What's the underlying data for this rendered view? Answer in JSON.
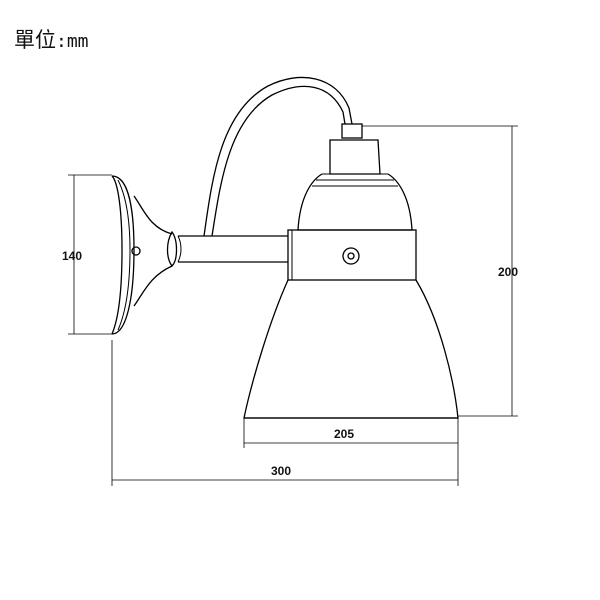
{
  "unit_label": {
    "prefix": "單位",
    "unit": ":mm"
  },
  "dimensions": {
    "height_backplate": "140",
    "height_total": "200",
    "width_shade": "205",
    "width_total": "300"
  }
}
